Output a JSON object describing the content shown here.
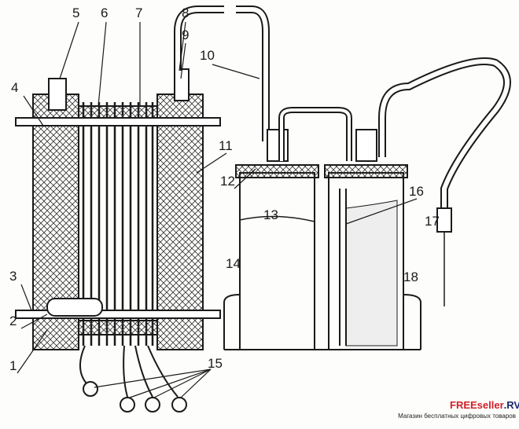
{
  "labels": {
    "l1": "1",
    "l2": "2",
    "l3": "3",
    "l4": "4",
    "l5": "5",
    "l6": "6",
    "l7": "7",
    "l8": "8",
    "l9": "9",
    "l10": "10",
    "l11": "11",
    "l12": "12",
    "l13": "13",
    "l14": "14",
    "l15": "15",
    "l16": "16",
    "l17": "17",
    "l18": "18"
  },
  "watermark": {
    "brand_red": "FREEseller",
    "brand_blue": ".RV",
    "tagline": "Магазин бесплатных цифровых товаров"
  },
  "colors": {
    "ink": "#1a1a1a",
    "brand": "#d0202a"
  }
}
